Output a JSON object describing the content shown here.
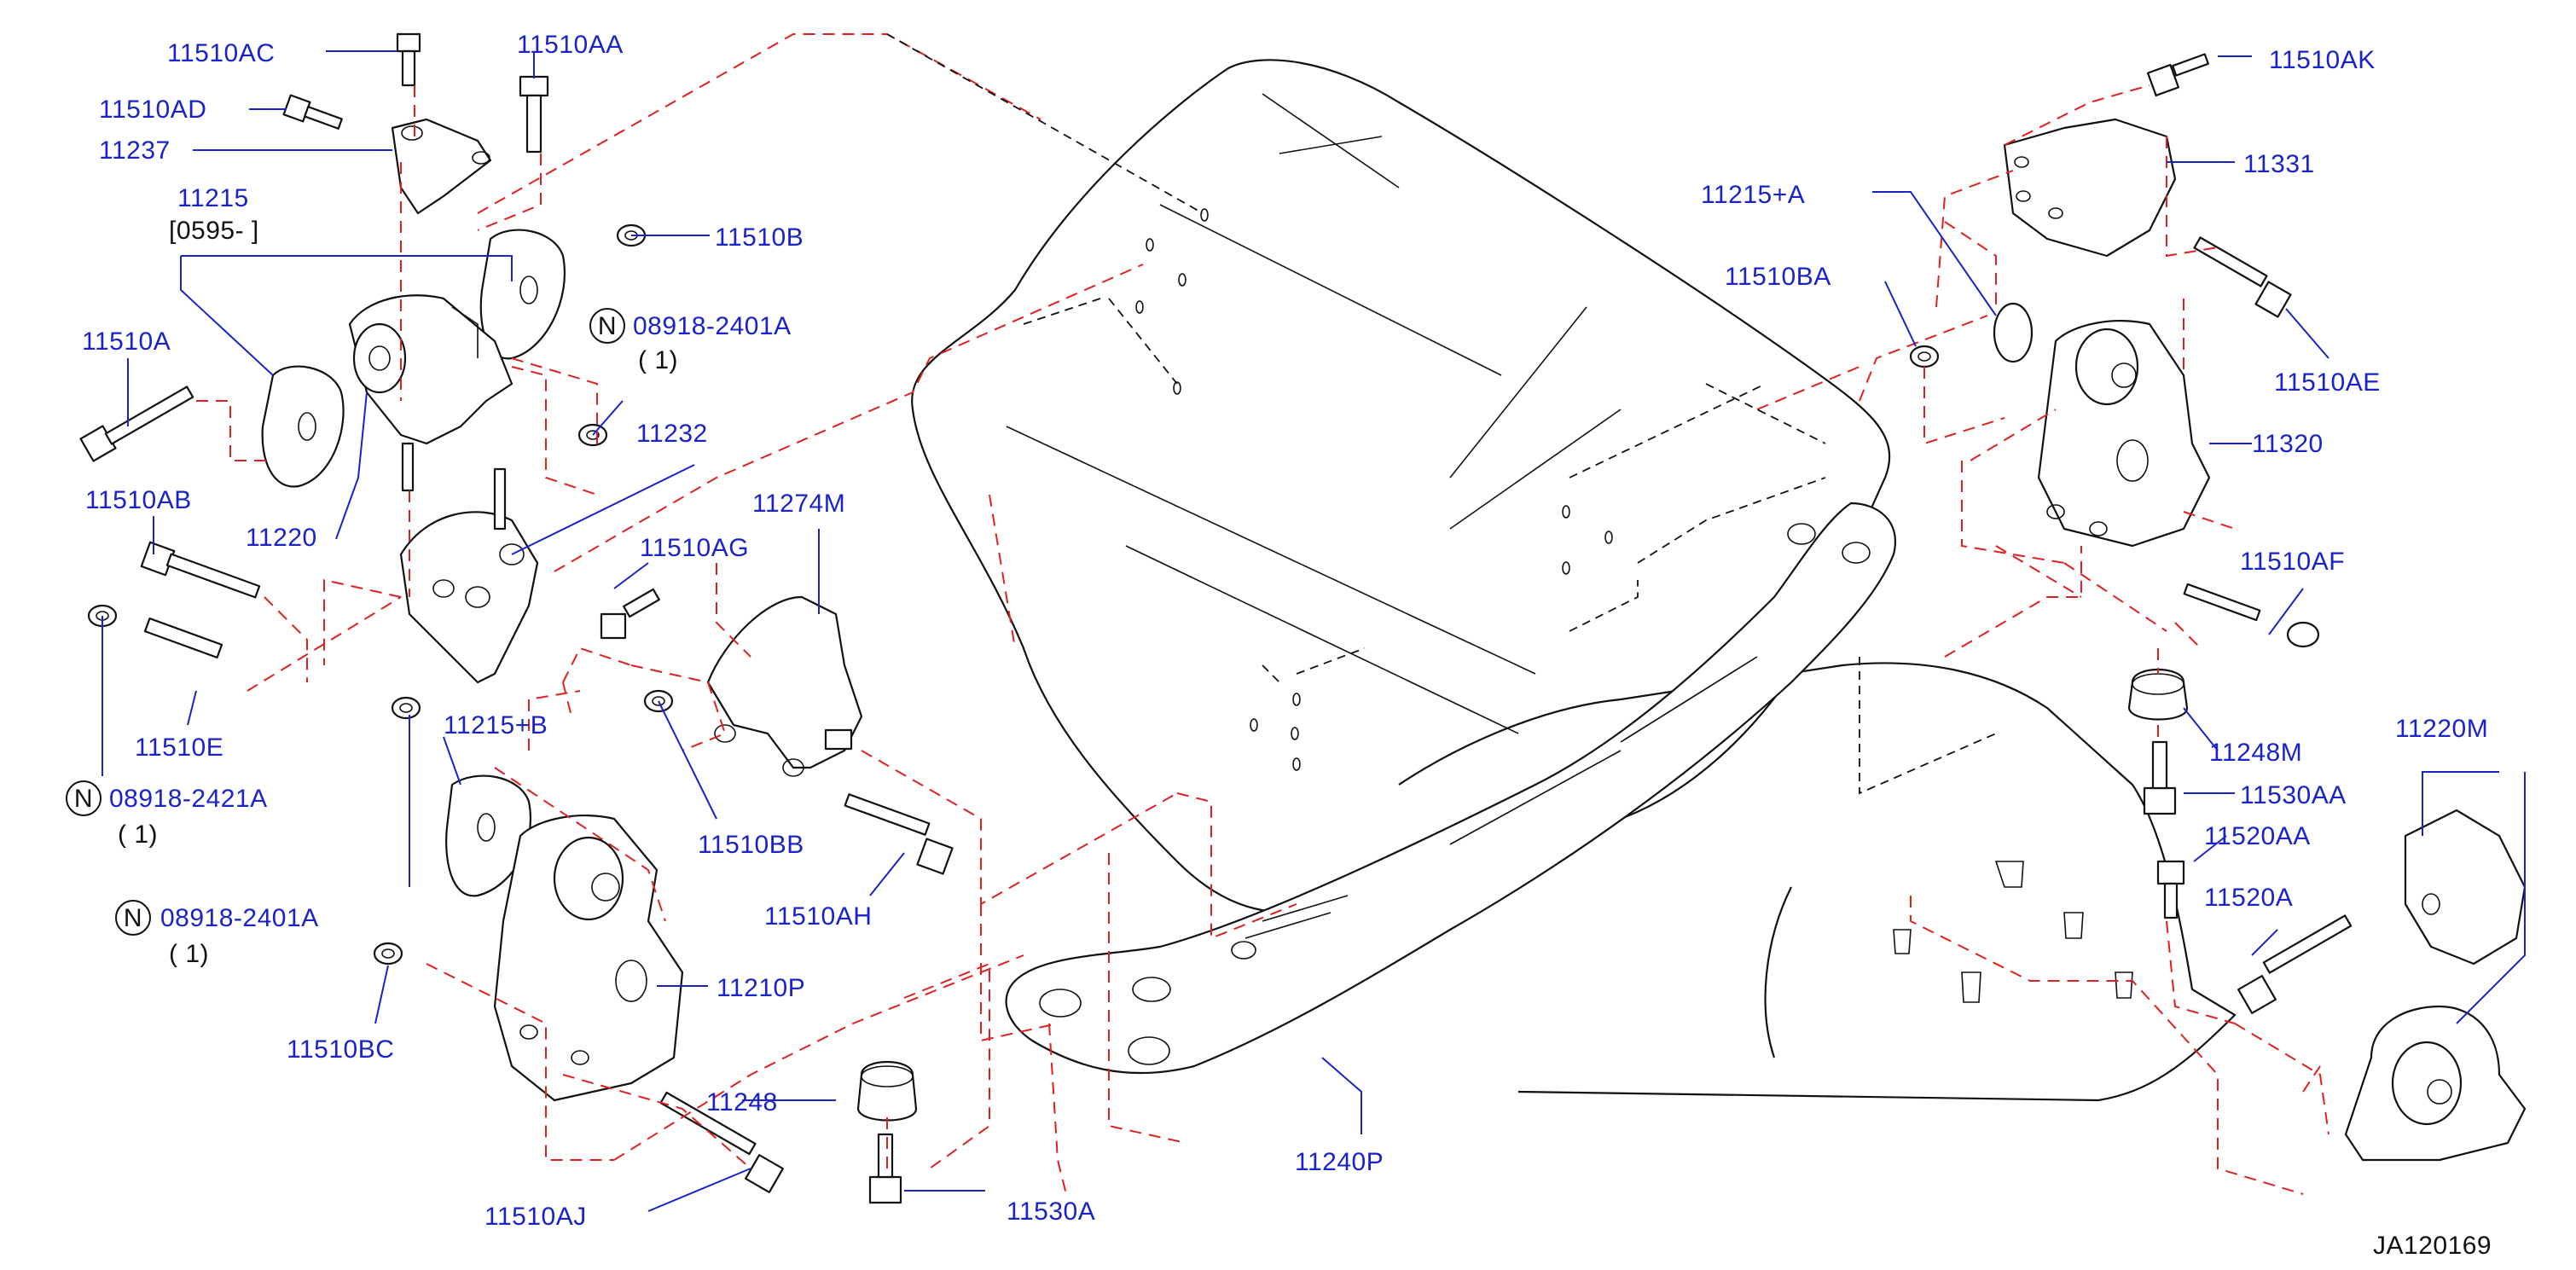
{
  "diagram": {
    "ref_code": "JA120169",
    "colors": {
      "callout": "#1a23c8",
      "dash_line": "#e02020",
      "line_art": "#111111"
    },
    "labels": {
      "p11510AC": "11510AC",
      "p11510AA": "11510AA",
      "p11510AD": "11510AD",
      "p11237": "11237",
      "p11215": "11215",
      "p11215_range": "[0595-        ]",
      "p11510B": "11510B",
      "n08918_2401A_top": "08918-2401A",
      "qty_top": "( 1)",
      "p11510A": "11510A",
      "p11232": "11232",
      "p11510AB": "11510AB",
      "p11220": "11220",
      "p11274M": "11274M",
      "p11510AG": "11510AG",
      "p11510E": "11510E",
      "n08918_2421A": "08918-2421A",
      "qty_mid": "( 1)",
      "p11215B": "11215+B",
      "p11510BB": "11510BB",
      "p11510AH": "11510AH",
      "n08918_2401A_bot": "08918-2401A",
      "qty_bot": "( 1)",
      "p11210P": "11210P",
      "p11510BC": "11510BC",
      "p11248": "11248",
      "p11510AJ": "11510AJ",
      "p11530A": "11530A",
      "p11240P": "11240P",
      "p11510AK": "11510AK",
      "p11331": "11331",
      "p11215A": "11215+A",
      "p11510BA": "11510BA",
      "p11510AE": "11510AE",
      "p11320": "11320",
      "p11510AF": "11510AF",
      "p11248M": "11248M",
      "p11530AA": "11530AA",
      "p11220M": "11220M",
      "p11520AA": "11520AA",
      "p11520A": "11520A",
      "n_symbol": "N"
    }
  }
}
